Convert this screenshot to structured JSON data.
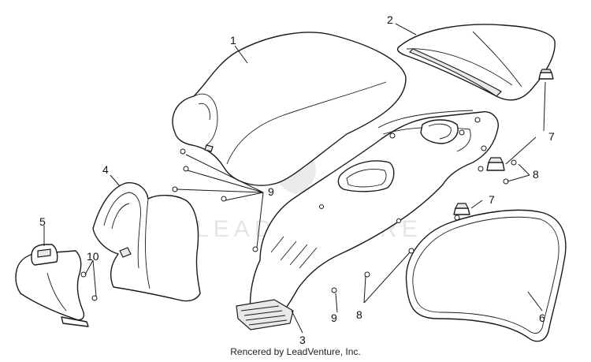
{
  "callouts": {
    "c1": "1",
    "c2": "2",
    "c3": "3",
    "c4": "4",
    "c5": "5",
    "c6": "6",
    "c7a": "7",
    "c7b": "7",
    "c8a": "8",
    "c8b": "8",
    "c9a": "9",
    "c9b": "9",
    "c10": "10"
  },
  "watermark": {
    "text": "LEADVENTURE",
    "icon": "flame-logo-icon"
  },
  "credit": "Rencered by LeadVenture, Inc."
}
